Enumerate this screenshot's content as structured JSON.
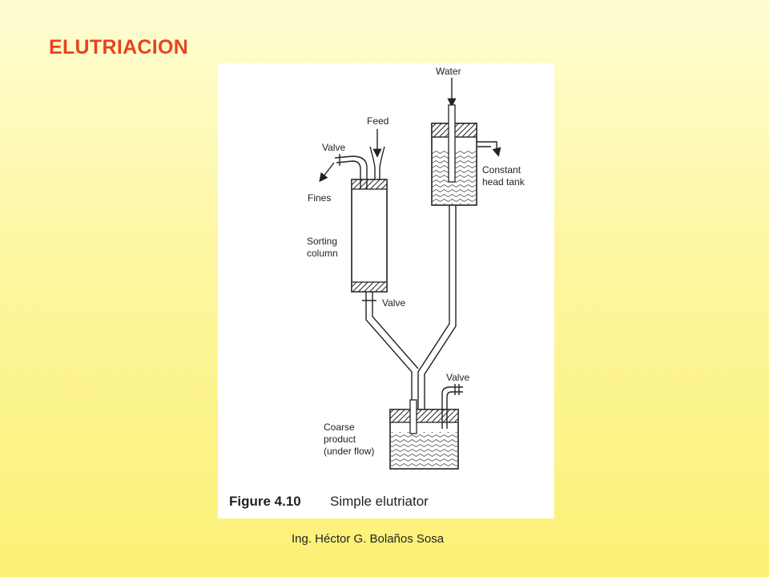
{
  "slide": {
    "title": "ELUTRIACION",
    "footer": "Ing. Héctor G. Bolaños Sosa"
  },
  "diagram": {
    "labels": {
      "water": "Water",
      "feed": "Feed",
      "valve_top": "Valve",
      "fines": "Fines",
      "constant_head_tank_line1": "Constant",
      "constant_head_tank_line2": "head tank",
      "sorting_column_line1": "Sorting",
      "sorting_column_line2": "column",
      "valve_middle": "Valve",
      "valve_bottom": "Valve",
      "coarse_line1": "Coarse",
      "coarse_line2": "product",
      "coarse_line3": "(under flow)"
    },
    "caption": {
      "figure_number": "Figure 4.10",
      "figure_title": "Simple elutriator"
    }
  }
}
